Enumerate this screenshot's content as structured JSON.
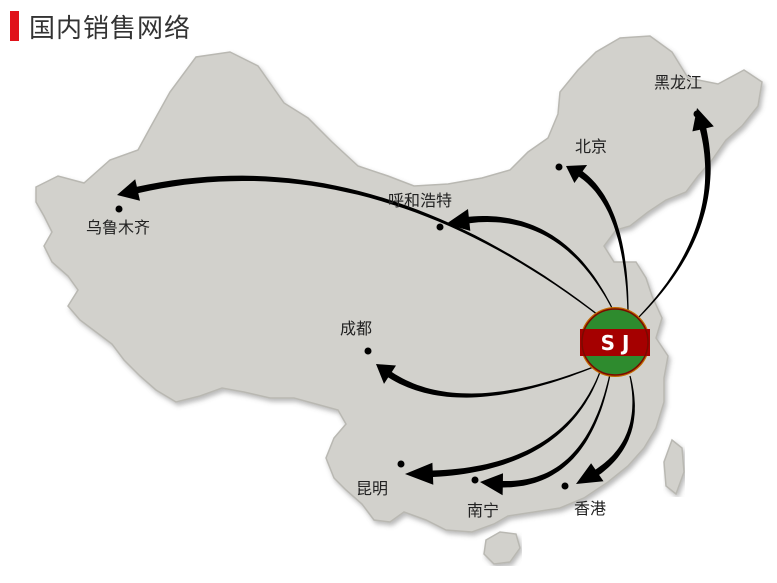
{
  "title": "国内销售网络",
  "colors": {
    "accent": "#e0121a",
    "land": "#d2d1cc",
    "land_stroke": "#b9b8b2",
    "arrow": "#000000",
    "logo_green": "#2e8b2e",
    "logo_red": "#a50000",
    "logo_ring": "#c06a00"
  },
  "logo": {
    "text": "S J"
  },
  "cities": [
    {
      "id": "heilongjiang",
      "name": "黑龙江"
    },
    {
      "id": "beijing",
      "name": "北京"
    },
    {
      "id": "huhehaote",
      "name": "呼和浩特"
    },
    {
      "id": "wulumuqi",
      "name": "乌鲁木齐"
    },
    {
      "id": "chengdu",
      "name": "成都"
    },
    {
      "id": "kunming",
      "name": "昆明"
    },
    {
      "id": "nanning",
      "name": "南宁"
    },
    {
      "id": "xianggang",
      "name": "香港"
    }
  ]
}
